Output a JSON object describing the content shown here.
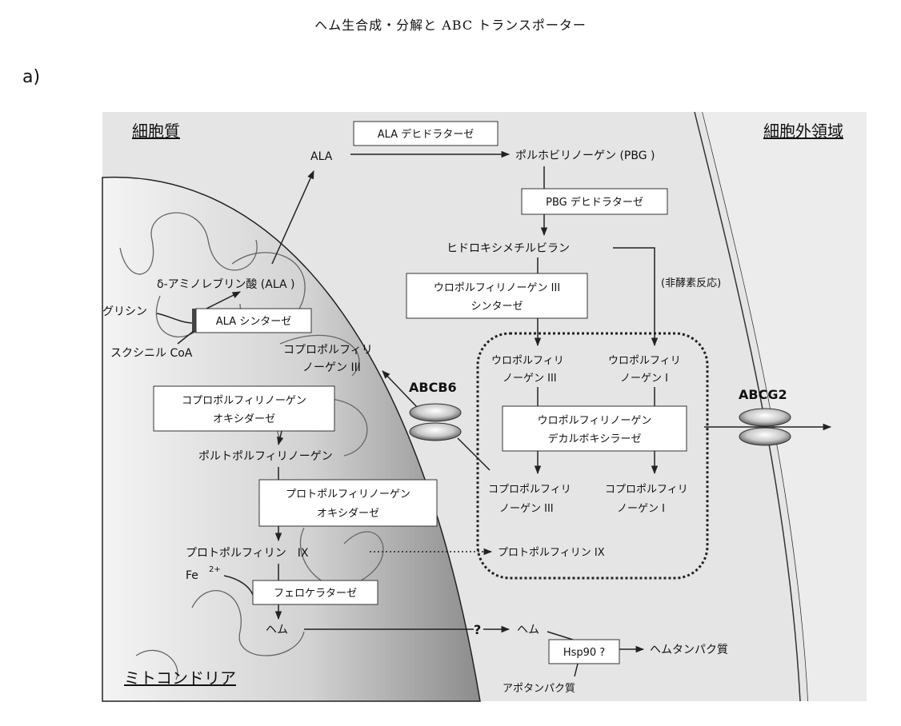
{
  "header": {
    "title": "ヘム生合成・分解と ABC トランスポーター"
  },
  "panel": {
    "label": "a)"
  },
  "regions": {
    "cytoplasm": "細胞質",
    "extracellular": "細胞外領域",
    "mitochondria": "ミトコンドリア"
  },
  "metabolites": {
    "ala": "ALA",
    "pbg": "ポルホビリノーゲン (PBG )",
    "hydroxymethylbilane": "ヒドロキシメチルビラン",
    "delta_ala": "δ-アミノレブリン酸 (ALA )",
    "glycine": "グリシン",
    "succinyl_coa": "スクシニル CoA",
    "copro3_mito_line1": "コプロポルフィリ",
    "copro3_mito_line2": "ノーゲン III",
    "uro3_line1": "ウロポルフィリ",
    "uro3_line2": "ノーゲン III",
    "uro1_line1": "ウロポルフィリ",
    "uro1_line2": "ノーゲン I",
    "copro3_line1": "コプロポルフィリ",
    "copro3_line2": "ノーゲン III",
    "copro1_line1": "コプロポルフィリ",
    "copro1_line2": "ノーゲン I",
    "protoporphyrinogen": "ポルトポルフィリノーゲン",
    "protoporphyrin_ix_mito": "プロトポルフィリン　IX",
    "protoporphyrin_ix_cyto": "プロトポルフィリン IX",
    "fe": "Fe",
    "fe_charge": "2+",
    "heme_mito": "ヘム",
    "heme_cyto": "ヘム",
    "hemoprotein": "ヘムタンパク質",
    "apoprotein": "アポタンパク質",
    "question_mark": "?"
  },
  "enzymes": {
    "ala_dehydratase": "ALA デヒドラターゼ",
    "pbg_deaminase": "PBG デヒドラターゼ",
    "uro3_synthase_line1": "ウロポルフィリノーゲン III",
    "uro3_synthase_line2": "シンターゼ",
    "ala_synthase": "ALA シンターゼ",
    "copro_oxidase_line1": "コプロポルフィリノーゲン",
    "copro_oxidase_line2": "オキシダーゼ",
    "uro_decarboxylase_line1": "ウロポルフィリノーゲン",
    "uro_decarboxylase_line2": "デカルボキシラーゼ",
    "proto_oxidase_line1": "プロトポルフィリノーゲン",
    "proto_oxidase_line2": "オキシダーゼ",
    "ferrochelatase": "フェロケラターゼ",
    "hsp90": "Hsp90 ?"
  },
  "annotations": {
    "non_enzymatic": "(非酵素反応)"
  },
  "transporters": {
    "abcb6": "ABCB6",
    "abcg2": "ABCG2"
  },
  "colors": {
    "cytoplasm": "#e6e6e6",
    "mito_dark": "#9a9a9a",
    "mito_light": "#f2f2f2",
    "line": "#222222"
  }
}
